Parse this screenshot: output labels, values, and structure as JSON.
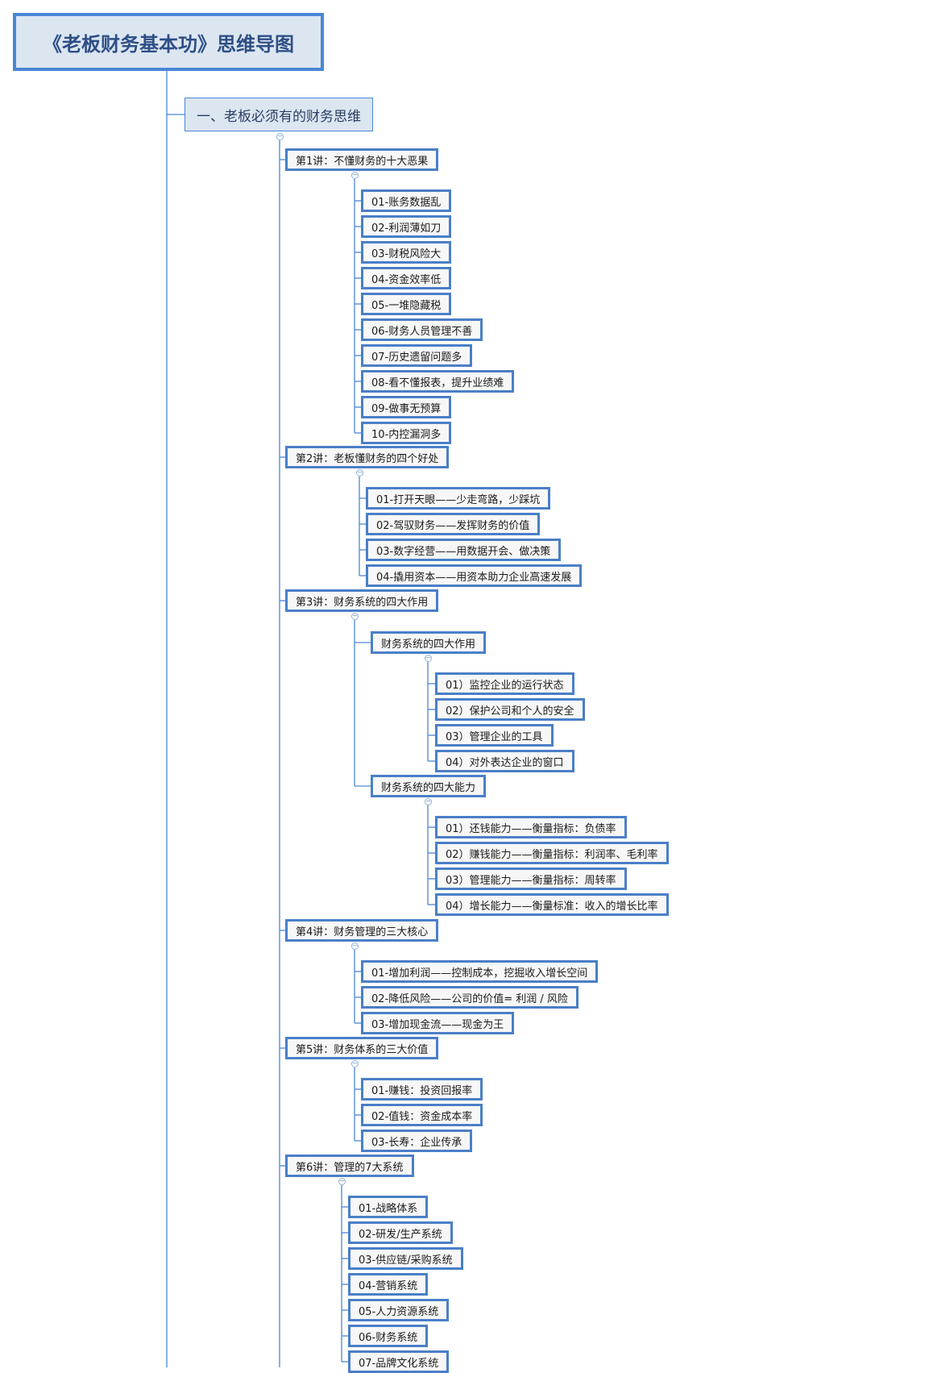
{
  "title": "《老板财务基本功》思维导图",
  "section": "一、老板必须有的财务思维",
  "lectures": [
    {
      "label": "第1讲：不懂财务的十大恶果",
      "children": [
        {
          "label": "01-账务数据乱"
        },
        {
          "label": "02-利润薄如刀"
        },
        {
          "label": "03-财税风险大"
        },
        {
          "label": "04-资金效率低"
        },
        {
          "label": "05-一堆隐藏税"
        },
        {
          "label": "06-财务人员管理不善"
        },
        {
          "label": "07-历史遗留问题多"
        },
        {
          "label": "08-看不懂报表，提升业绩难"
        },
        {
          "label": "09-做事无预算"
        },
        {
          "label": "10-内控漏洞多"
        }
      ]
    },
    {
      "label": "第2讲：老板懂财务的四个好处",
      "children": [
        {
          "label": "01-打开天眼——少走弯路，少踩坑"
        },
        {
          "label": "02-驾驭财务——发挥财务的价值"
        },
        {
          "label": "03-数字经营——用数据开会、做决策"
        },
        {
          "label": "04-撬用资本——用资本助力企业高速发展"
        }
      ]
    },
    {
      "label": "第3讲：财务系统的四大作用",
      "children": [
        {
          "label": "财务系统的四大作用",
          "children": [
            {
              "label": "01）监控企业的运行状态"
            },
            {
              "label": "02）保护公司和个人的安全"
            },
            {
              "label": "03）管理企业的工具"
            },
            {
              "label": "04）对外表达企业的窗口"
            }
          ]
        },
        {
          "label": "财务系统的四大能力",
          "children": [
            {
              "label": "01）还钱能力——衡量指标：负债率"
            },
            {
              "label": "02）赚钱能力——衡量指标：利润率、毛利率"
            },
            {
              "label": "03）管理能力——衡量指标：周转率"
            },
            {
              "label": "04）增长能力——衡量标准：收入的增长比率"
            }
          ]
        }
      ]
    },
    {
      "label": "第4讲：财务管理的三大核心",
      "children": [
        {
          "label": "01-增加利润——控制成本，挖掘收入增长空间"
        },
        {
          "label": "02-降低风险——公司的价值= 利润 / 风险"
        },
        {
          "label": "03-增加现金流——现金为王"
        }
      ]
    },
    {
      "label": "第5讲：财务体系的三大价值",
      "children": [
        {
          "label": "01-赚钱：投资回报率"
        },
        {
          "label": "02-值钱：资金成本率"
        },
        {
          "label": "03-长寿：企业传承"
        }
      ]
    },
    {
      "label": "第6讲：管理的7大系统",
      "children": [
        {
          "label": "01-战略体系"
        },
        {
          "label": "02-研发/生产系统"
        },
        {
          "label": "03-供应链/采购系统"
        },
        {
          "label": "04-营销系统"
        },
        {
          "label": "05-人力资源系统"
        },
        {
          "label": "06-财务系统"
        },
        {
          "label": "07-品牌文化系统"
        }
      ]
    }
  ]
}
